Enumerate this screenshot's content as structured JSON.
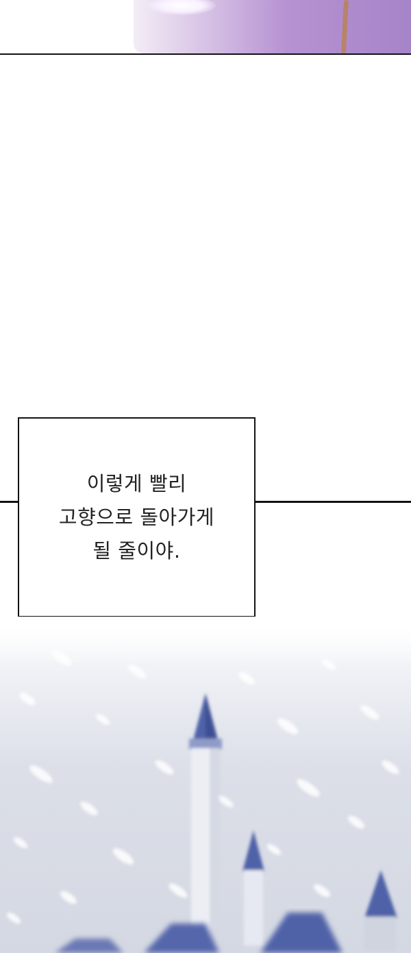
{
  "caption": {
    "lines": [
      "이렇게 빨리",
      "고향으로 돌아가게",
      "될 줄이야."
    ]
  },
  "colors": {
    "panel_border": "#111111",
    "caption_text": "#222222",
    "castle_roof": "#4f62a8",
    "snow_sky": "#dcdfe8",
    "top_art_purple": "#a684c8"
  }
}
